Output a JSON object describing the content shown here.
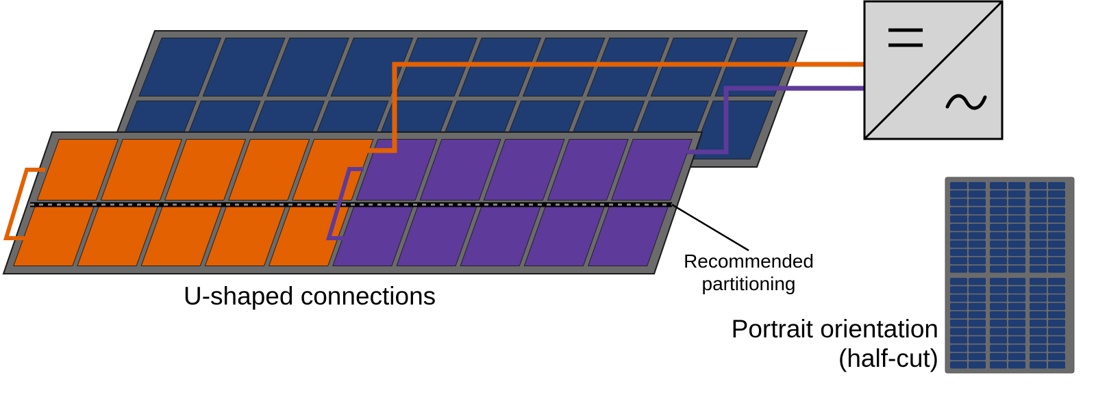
{
  "labels": {
    "u_shaped": "U-shaped connections",
    "recommended_line1": "Recommended",
    "recommended_line2": "partitioning",
    "portrait_line1": "Portrait orientation",
    "portrait_line2": "(half-cut)"
  },
  "inverter": {
    "dc_symbol": "=",
    "ac_symbol": "~"
  },
  "colors": {
    "frame": "#6b6b6b",
    "cell_blue": "#1f3c73",
    "cell_orange": "#e36100",
    "cell_purple": "#5e3a9a",
    "wire_orange": "#e36100",
    "wire_purple": "#5e3a9a",
    "inverter_fill": "#d4d4d4",
    "divider": "#000000"
  },
  "icons": {
    "inverter": "dc-ac-inverter-icon",
    "panel": "half-cut-pv-module-icon"
  }
}
